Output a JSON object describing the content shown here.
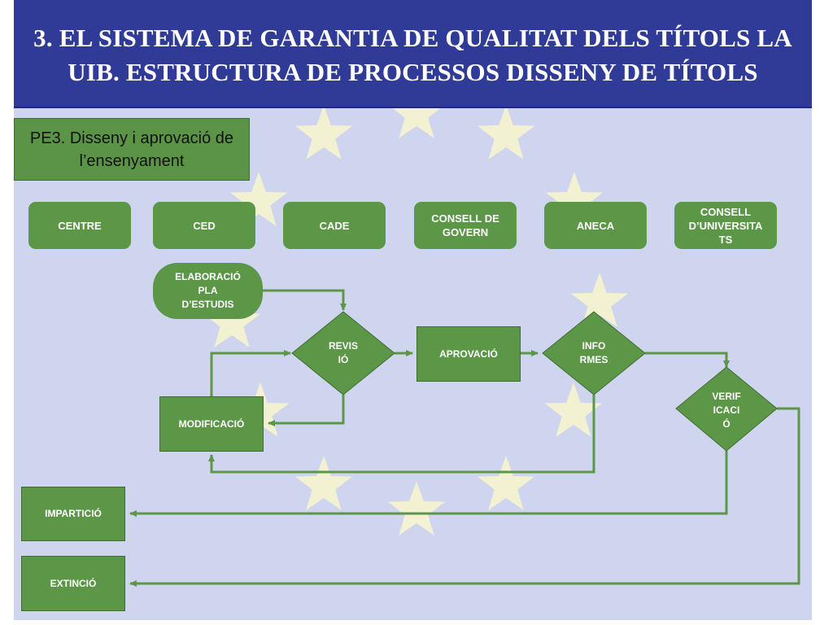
{
  "slide": {
    "title": "3. EL SISTEMA DE GARANTIA DE QUALITAT DELS TÍTOLS LA UIB. ESTRUCTURA DE PROCESSOS DISSENY DE TÍTOLS",
    "subtitle": "PE3. Disseny i aprovació de l’ensenyament"
  },
  "actors": [
    {
      "label": "CENTRE"
    },
    {
      "label": "CED"
    },
    {
      "label": "CADE"
    },
    {
      "label": "CONSELL DE\nGOVERN"
    },
    {
      "label": "ANECA"
    },
    {
      "label": "CONSELL\nD’UNIVERSITA\nTS"
    }
  ],
  "nodes": {
    "elaboracio": "ELABORACIÓ\nPLA\nD’ESTUDIS",
    "revisio": "REVIS\nIÓ",
    "aprovacio": "APROVACIÓ",
    "informes": "INFO\nRMES",
    "verificacio": "VERIF\nICACI\nÓ",
    "modificacio": "MODIFICACIÓ",
    "imparticio": "IMPARTICIÓ",
    "extincio": "EXTINCIÓ"
  },
  "colors": {
    "title_bg": "#303a97",
    "background": "#cfd5ef",
    "box_green": "#5c9747",
    "arrow_green": "#5c9747",
    "star": "#f6f4cf"
  }
}
